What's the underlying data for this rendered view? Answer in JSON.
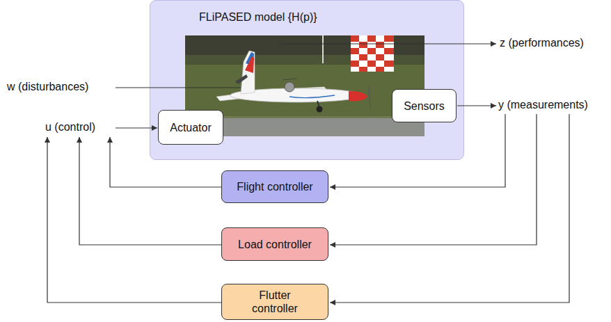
{
  "diagram": {
    "nodes": [
      {
        "text": [
          "FLiPASED model {H(p)}"
        ]
      },
      {
        "text": [
          "Actuator"
        ],
        "in": 0
      },
      {
        "text": [
          "Sensors"
        ],
        "in": 0
      },
      {
        "text": [
          "Flight controller"
        ]
      },
      {
        "text": [
          "Load controller"
        ]
      },
      {
        "text": [
          "Flutter controller"
        ]
      }
    ],
    "labels": [
      "w (disturbances)",
      "u (control)",
      "z (performances)",
      "y (measurements)"
    ]
  }
}
